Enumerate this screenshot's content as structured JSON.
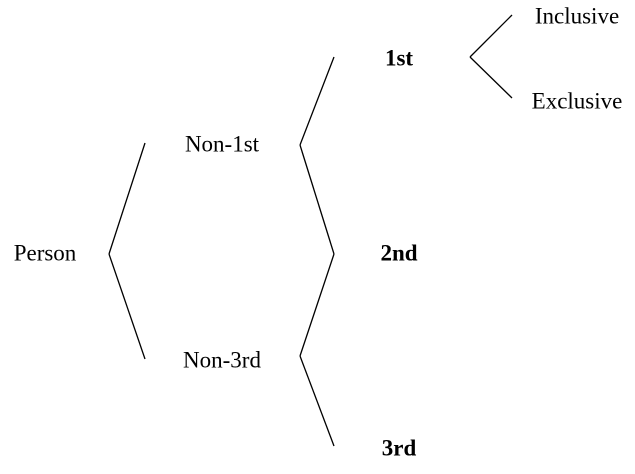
{
  "nodes": {
    "person": "Person",
    "non_1st": "Non-1st",
    "non_3rd": "Non-3rd",
    "first": "1st",
    "second": "2nd",
    "third": "3rd",
    "inclusive": "Inclusive",
    "exclusive": "Exclusive"
  },
  "colors": {
    "ink": "#000000",
    "background": "#ffffff"
  }
}
